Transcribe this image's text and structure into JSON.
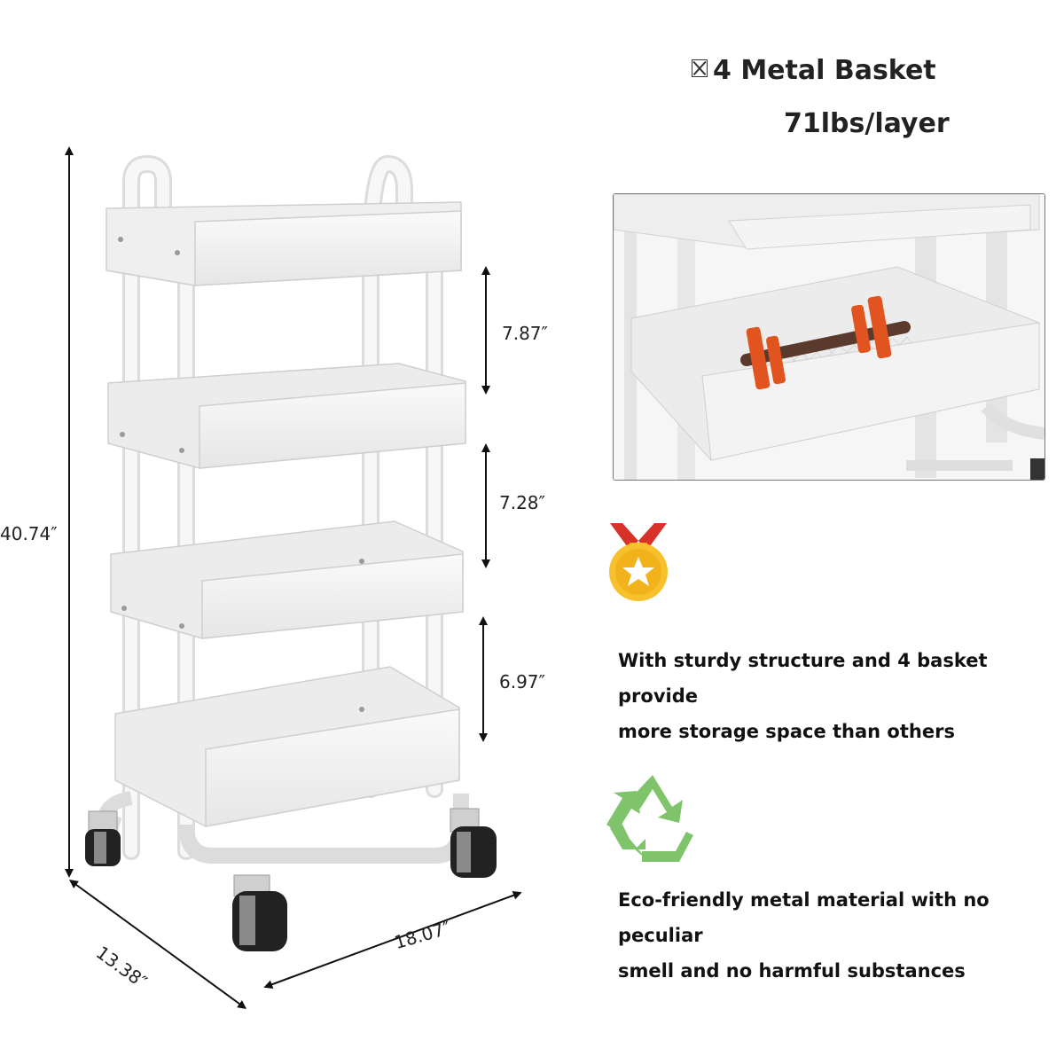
{
  "heading": {
    "line1": "4 Metal Basket",
    "line2": "71lbs/layer"
  },
  "dimensions": {
    "height": "40.74″",
    "gap1": "7.87″",
    "gap2": "7.28″",
    "gap3": "6.97″",
    "depth": "13.38″",
    "width": "18.07″"
  },
  "features": [
    {
      "icon": "medal-icon",
      "text_line1": "With sturdy structure and 4 basket provide",
      "text_line2": "more storage space than others"
    },
    {
      "icon": "recycle-icon",
      "text_line1": "Eco-friendly metal material with no peculiar",
      "text_line2": "smell and no harmful substances"
    }
  ],
  "colors": {
    "cart": "#f3f3f3",
    "cart_shadow": "#d8d8d8",
    "dumbbell_plate": "#e2541f",
    "dumbbell_bar": "#5a3a2c",
    "medal_gold": "#f2b21b",
    "ribbon_red": "#d6322a",
    "recycle_green": "#7fc46a"
  }
}
